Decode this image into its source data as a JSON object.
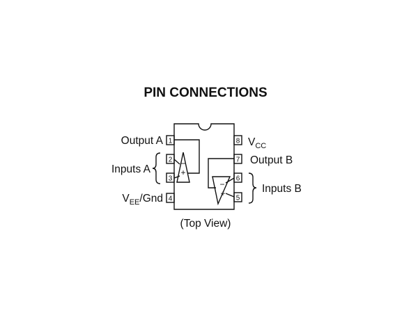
{
  "title": "PIN CONNECTIONS",
  "caption": "(Top View)",
  "pins": [
    {
      "number": "1",
      "label": "Output A",
      "label_sub": ""
    },
    {
      "number": "2",
      "label": "",
      "label_sub": ""
    },
    {
      "number": "3",
      "label": "",
      "label_sub": ""
    },
    {
      "number": "4",
      "label": "V",
      "label_sub": "EE",
      "label_suffix": "/Gnd"
    },
    {
      "number": "5",
      "label": "",
      "label_sub": ""
    },
    {
      "number": "6",
      "label": "",
      "label_sub": ""
    },
    {
      "number": "7",
      "label": "Output B",
      "label_sub": ""
    },
    {
      "number": "8",
      "label": "V",
      "label_sub": "CC"
    }
  ],
  "groups": {
    "inputs_a": "Inputs A",
    "inputs_b": "Inputs B"
  },
  "opamp_a": {
    "minus": "−",
    "plus": "+"
  },
  "opamp_b": {
    "minus": "−",
    "plus": "+"
  }
}
